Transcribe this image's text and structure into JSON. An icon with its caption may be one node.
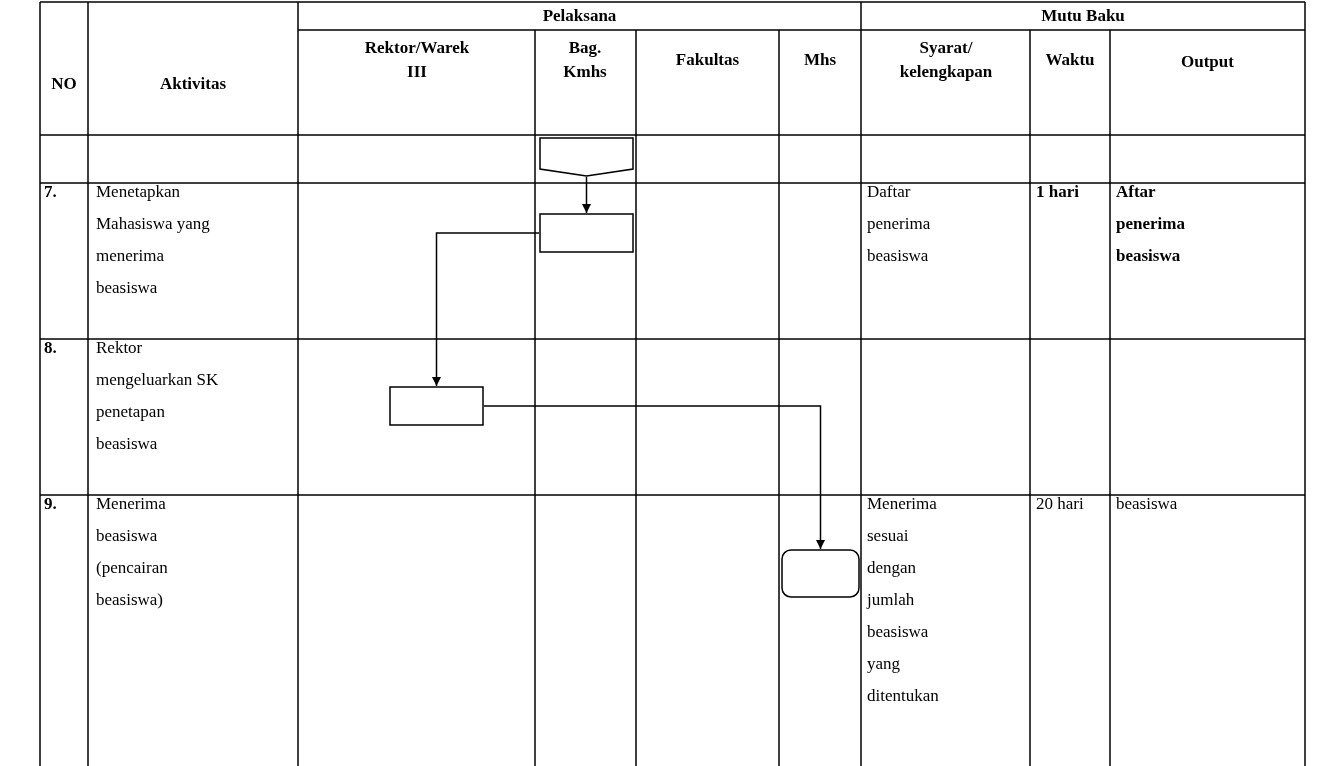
{
  "diagram": {
    "nodes": [
      {
        "text": [],
        "shape": "pentagon"
      },
      {
        "text": [],
        "shape": "box"
      },
      {
        "text": [],
        "shape": "box"
      },
      {
        "text": [],
        "shape": "terminal"
      }
    ],
    "edges": [
      {
        "from": 0,
        "to": 1,
        "arrow": "to"
      },
      {
        "from": 1,
        "to": 2,
        "arrow": "to"
      },
      {
        "from": 2,
        "to": 3,
        "arrow": "to"
      }
    ],
    "labels": [
      "NO",
      "Aktivitas",
      "Pelaksana",
      "Mutu Baku",
      "Rektor/Warek III",
      "Bag. Kmhs",
      "Fakultas",
      "Mhs",
      "Syarat/ kelengkapan",
      "Waktu",
      "Output",
      "7.",
      "Menetapkan Mahasiswa yang menerima beasiswa",
      "Daftar penerima beasiswa",
      "1 hari",
      "Aftar penerima beasiswa",
      "8.",
      "Rektor mengeluarkan SK penetapan beasiswa",
      "9.",
      "Menerima beasiswa (pencairan beasiswa)",
      "Menerima sesuai dengan jumlah beasiswa yang ditentukan",
      "20 hari",
      "beasiswa"
    ]
  }
}
